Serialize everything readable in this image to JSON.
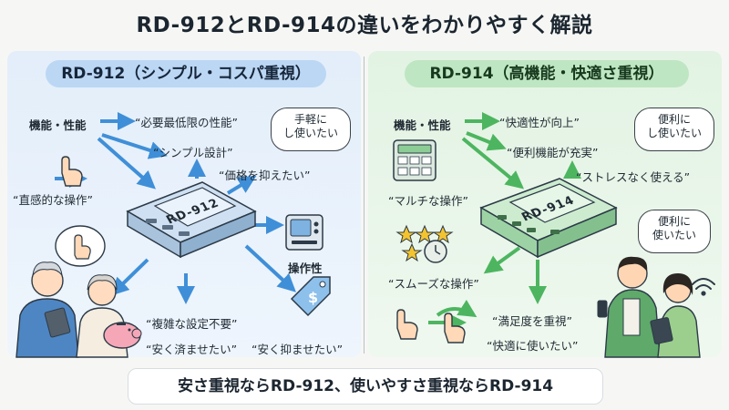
{
  "title": "RD-912とRD-914の違いをわかりやすく解説",
  "left": {
    "header": "RD-912（シンプル・コスパ重視）",
    "device_label": "RD-912",
    "labels": {
      "features": "機能・性能",
      "minimum": "“必要最低限の性能”",
      "simple_design": "“シンプル設計”",
      "price": "“価格を抑えたい”",
      "intuitive": "“直感的な操作”",
      "operability": "操作性",
      "no_setup": "“複雑な設定不要”",
      "cheap_finish": "“安く済ませたい”",
      "cheap_hold": "“安く抑ませたい”"
    },
    "bubble": "手軽に\nし使いたい",
    "colors": {
      "accent": "#3f8fd8"
    }
  },
  "right": {
    "header": "RD-914（高機能・快適さ重視）",
    "device_label": "RD-914",
    "labels": {
      "features": "機能・性能",
      "comfort_up": "“快適性が向上”",
      "convenience": "“便利機能が充実”",
      "stressless": "“ストレスなく使える”",
      "multi": "“マルチな操作”",
      "smooth": "“スムーズな操作”",
      "satisfaction": "“満足度を重視”",
      "comfortable": "“快適に使いたい”"
    },
    "bubble_top": "便利に\nし使いたい",
    "bubble_mid": "便利に\n使いたい",
    "colors": {
      "accent": "#4db560"
    }
  },
  "footer": "安さ重視ならRD-912、使いやすさ重視ならRD-914",
  "icons": [
    "hand-pointer-icon",
    "remote-display-icon",
    "price-tag-icon",
    "piggy-bank-icon",
    "keypad-icon",
    "stars-icon",
    "clock-icon",
    "wifi-icon",
    "swipe-hand-icon"
  ]
}
